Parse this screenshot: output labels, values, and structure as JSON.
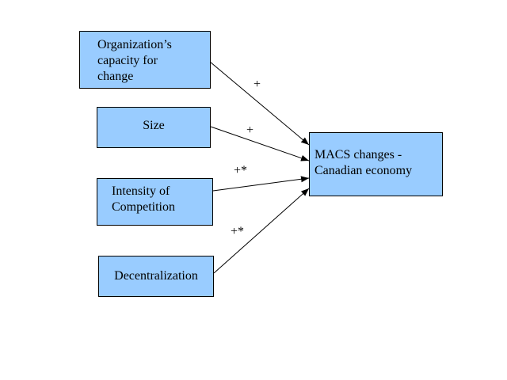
{
  "nodes": {
    "capacity": {
      "lines": [
        "Organization’s",
        "capacity for",
        "change"
      ]
    },
    "size": {
      "text": "Size"
    },
    "competition": {
      "lines": [
        "Intensity of",
        "Competition"
      ]
    },
    "decentralization": {
      "text": "Decentralization"
    },
    "macs": {
      "lines": [
        "MACS changes -",
        "Canadian economy"
      ]
    }
  },
  "edges": {
    "capacity": {
      "sign": "+"
    },
    "size": {
      "sign": "+"
    },
    "competition": {
      "sign": "+*"
    },
    "decentralization": {
      "sign": "+*"
    }
  },
  "colors": {
    "box_fill": "#99ccff",
    "line": "#000000"
  }
}
